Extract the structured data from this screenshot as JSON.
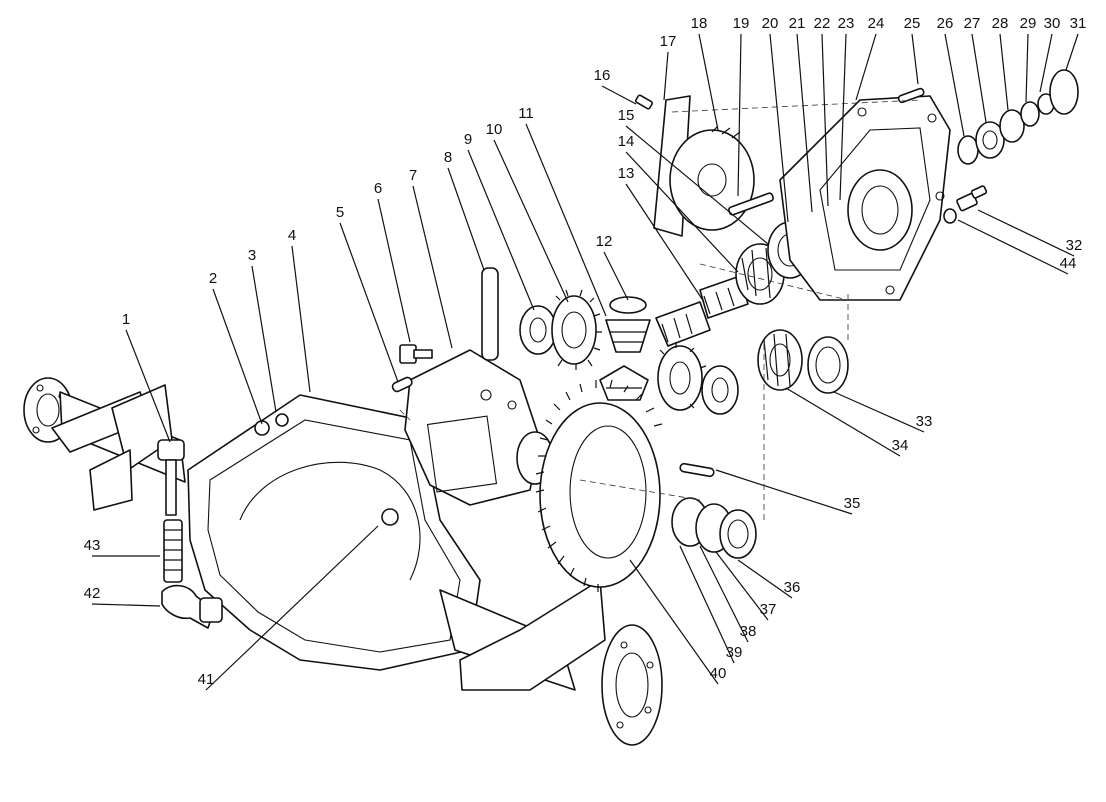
{
  "callouts": [
    {
      "label": "1"
    },
    {
      "label": "2"
    },
    {
      "label": "3"
    },
    {
      "label": "4"
    },
    {
      "label": "5"
    },
    {
      "label": "6"
    },
    {
      "label": "7"
    },
    {
      "label": "8"
    },
    {
      "label": "9"
    },
    {
      "label": "10"
    },
    {
      "label": "11"
    },
    {
      "label": "12"
    },
    {
      "label": "13"
    },
    {
      "label": "14"
    },
    {
      "label": "15"
    },
    {
      "label": "16"
    },
    {
      "label": "17"
    },
    {
      "label": "18"
    },
    {
      "label": "19"
    },
    {
      "label": "20"
    },
    {
      "label": "21"
    },
    {
      "label": "22"
    },
    {
      "label": "23"
    },
    {
      "label": "24"
    },
    {
      "label": "25"
    },
    {
      "label": "26"
    },
    {
      "label": "27"
    },
    {
      "label": "28"
    },
    {
      "label": "29"
    },
    {
      "label": "30"
    },
    {
      "label": "31"
    },
    {
      "label": "32"
    },
    {
      "label": "33"
    },
    {
      "label": "34"
    },
    {
      "label": "35"
    },
    {
      "label": "36"
    },
    {
      "label": "37"
    },
    {
      "label": "38"
    },
    {
      "label": "39"
    },
    {
      "label": "40"
    },
    {
      "label": "41"
    },
    {
      "label": "42"
    },
    {
      "label": "43"
    },
    {
      "label": "44"
    }
  ]
}
